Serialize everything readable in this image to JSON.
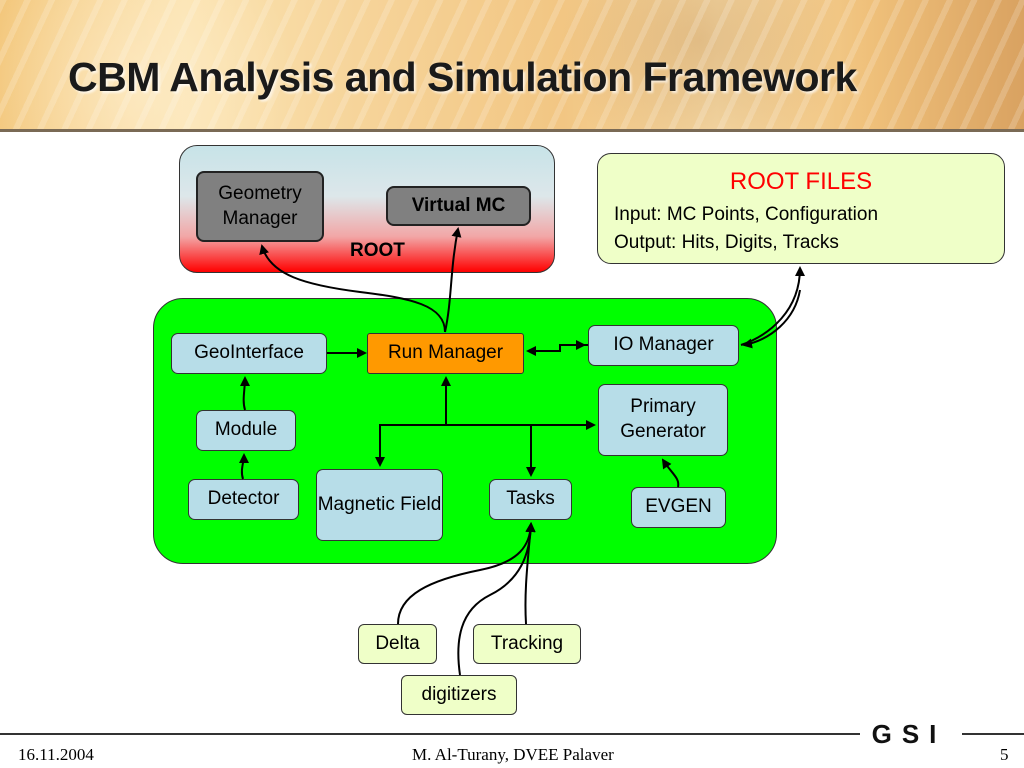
{
  "title": "CBM Analysis and Simulation Framework",
  "root_panel": {
    "label": "ROOT",
    "geometry_manager": "Geometry Manager",
    "virtual_mc": "Virtual MC"
  },
  "root_files": {
    "title": "ROOT FILES",
    "input": "Input: MC Points, Configuration",
    "output": "Output: Hits, Digits, Tracks"
  },
  "framework": {
    "geointerface": "GeoInterface",
    "run_manager": "Run Manager",
    "io_manager": "IO Manager",
    "module": "Module",
    "detector": "Detector",
    "magnetic_field": "Magnetic Field",
    "tasks": "Tasks",
    "primary_generator": "Primary Generator",
    "evgen": "EVGEN"
  },
  "tasks_inputs": {
    "delta": "Delta",
    "tracking": "Tracking",
    "digitizers": "digitizers"
  },
  "footer": {
    "date": "16.11.2004",
    "author": "M. Al-Turany,  DVEE  Palaver",
    "page": "5",
    "logo": "GSI"
  },
  "colors": {
    "root_gradient_bottom": "#ff0000",
    "framework_panel": "#00ff00",
    "run_manager": "#ff9900",
    "component_box": "#b7dde8",
    "note_box": "#efffc8",
    "root_files_title": "#ff0000"
  }
}
